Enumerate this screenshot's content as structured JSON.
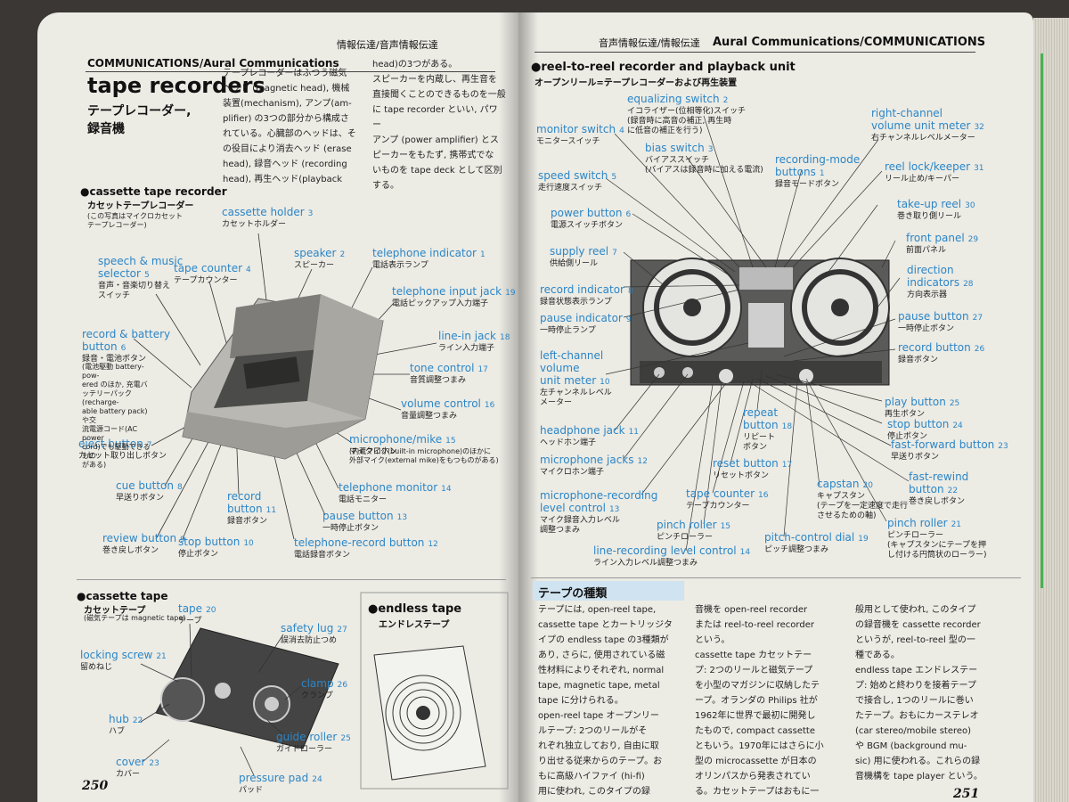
{
  "left": {
    "header": {
      "en": "COMMUNICATIONS/Aural Communications",
      "jp": "情報伝達/音声情報伝達"
    },
    "title": "tape recorders",
    "title_jp_1": "テープレコーダー,",
    "title_jp_2": "録音機",
    "intro": [
      "テープレコーダーはふつう磁気",
      "ヘッド (magnetic head), 機械",
      "装置(mechanism), アンプ(am-",
      "plifier) の3つの部分から構成さ",
      "れている。心臓部のヘッドは、そ",
      "の役目により消去ヘッド (erase",
      "head), 録音ヘッド (recording",
      "head), 再生ヘッド(playback"
    ],
    "intro2": [
      "head)の3つがある。",
      "スピーカーを内蔵し、再生音を",
      "直接聞くことのできるものを一般",
      "に tape recorder といい, パワー",
      "アンプ (power amplifier) とス",
      "ピーカーをもたず, 携帯式でな",
      "いものを tape deck として区別",
      "する。"
    ],
    "cassette_recorder": {
      "title": "●cassette tape recorder",
      "jp": "カセットテープレコーダー",
      "note1": "(この写真はマイクロカセット",
      "note2": "テープレコーダー)"
    },
    "labels": [
      {
        "en": "cassette holder",
        "n": "3",
        "jp": "カセットホルダー"
      },
      {
        "en": "speaker",
        "n": "2",
        "jp": "スピーカー"
      },
      {
        "en": "telephone indicator",
        "n": "1",
        "jp": "電話表示ランプ"
      },
      {
        "en": "speech & music",
        "en2": "selector",
        "n": "5",
        "jp": "音声・音楽切り替え",
        "jp2": "スイッチ"
      },
      {
        "en": "tape counter",
        "n": "4",
        "jp": "テープカウンター"
      },
      {
        "en": "telephone input jack",
        "n": "19",
        "jp": "電話ピックアップ入力端子"
      },
      {
        "en": "record & battery",
        "en2": "button",
        "n": "6",
        "jp": "録音・電池ボタン"
      },
      {
        "en": "line-in jack",
        "n": "18",
        "jp": "ライン入力端子"
      },
      {
        "en": "tone control",
        "n": "17",
        "jp": "音質調整つまみ"
      },
      {
        "en": "volume control",
        "n": "16",
        "jp": "音量調整つまみ"
      },
      {
        "en": "eject button",
        "n": "7",
        "jp": "カセット取り出しボタン"
      },
      {
        "en": "microphone/mike",
        "n": "15",
        "jp": "マイクロホン"
      },
      {
        "en": "telephone monitor",
        "n": "14",
        "jp": "電話モニター"
      },
      {
        "en": "cue button",
        "n": "8",
        "jp": "早送りボタン"
      },
      {
        "en": "record",
        "en2": "button",
        "n": "11",
        "jp": "録音ボタン"
      },
      {
        "en": "pause button",
        "n": "13",
        "jp": "一時停止ボタン"
      },
      {
        "en": "review button",
        "n": "9",
        "jp": "巻き戻しボタン"
      },
      {
        "en": "stop button",
        "n": "10",
        "jp": "停止ボタン"
      },
      {
        "en": "telephone-record button",
        "n": "12",
        "jp": "電話録音ボタン"
      }
    ],
    "battery_note": [
      "(電池駆動 battery-pow-",
      "ered のほか, 充電バ",
      "ッテリーパック(recharge-",
      "able battery pack)や交",
      "流電源コード(AC power",
      "cord)でも駆動できるもの",
      "がある)"
    ],
    "mike_note": [
      "(内蔵マイク(built-in microphone)のほかに",
      "外部マイク(external mike)をもつものがある)"
    ],
    "cassette_tape": {
      "title": "●cassette tape",
      "jp": "カセットテープ",
      "note": "(磁気テープは magnetic tape)",
      "labels": [
        {
          "en": "tape",
          "n": "20",
          "jp": "テープ"
        },
        {
          "en": "safety lug",
          "n": "27",
          "jp": "誤消去防止つめ"
        },
        {
          "en": "locking screw",
          "n": "21",
          "jp": "留めねじ"
        },
        {
          "en": "clamp",
          "n": "26",
          "jp": "クランプ"
        },
        {
          "en": "hub",
          "n": "22",
          "jp": "ハブ"
        },
        {
          "en": "guide roller",
          "n": "25",
          "jp": "ガイドローラー"
        },
        {
          "en": "cover",
          "n": "23",
          "jp": "カバー"
        },
        {
          "en": "pressure pad",
          "n": "24",
          "jp": "パッド"
        }
      ]
    },
    "endless_tape": {
      "title": "●endless tape",
      "jp": "エンドレステープ"
    },
    "page_number": "250"
  },
  "right": {
    "header": {
      "jp": "音声情報伝達/情報伝達",
      "en": "Aural Communications/COMMUNICATIONS"
    },
    "section": {
      "title": "●reel-to-reel recorder and playback unit",
      "jp": "オープンリール=テープレコーダーおよび再生装置"
    },
    "labels": [
      {
        "en": "equalizing switch",
        "n": "2",
        "jp": "イコライザー(位相等化)スイッチ",
        "jp2": "(録音時に高音の補正, 再生時",
        "jp3": "に低音の補正を行う)"
      },
      {
        "en": "monitor switch",
        "n": "4",
        "jp": "モニタースイッチ"
      },
      {
        "en": "bias switch",
        "n": "3",
        "jp": "バイアススイッチ",
        "jp2": "(バイアスは録音時に加える電流)"
      },
      {
        "en": "right-channel",
        "en2": "volume unit meter",
        "n": "32",
        "jp": "右チャンネルレベルメーター"
      },
      {
        "en": "recording-mode",
        "en2": "buttons",
        "n": "1",
        "jp": "録音モードボタン"
      },
      {
        "en": "speed switch",
        "n": "5",
        "jp": "走行速度スイッチ"
      },
      {
        "en": "reel lock/keeper",
        "n": "31",
        "jp": "リール止め/キーパー"
      },
      {
        "en": "take-up reel",
        "n": "30",
        "jp": "巻き取り側リール"
      },
      {
        "en": "power button",
        "n": "6",
        "jp": "電源スイッチボタン"
      },
      {
        "en": "front panel",
        "n": "29",
        "jp": "前面パネル"
      },
      {
        "en": "supply reel",
        "n": "7",
        "jp": "供給側リール"
      },
      {
        "en": "direction",
        "en2": "indicators",
        "n": "28",
        "jp": "方向表示器"
      },
      {
        "en": "record indicator",
        "n": "8",
        "jp": "録音状態表示ランプ"
      },
      {
        "en": "pause button",
        "n": "27",
        "jp": "一時停止ボタン"
      },
      {
        "en": "pause indicator",
        "n": "9",
        "jp": "一時停止ランプ"
      },
      {
        "en": "record button",
        "n": "26",
        "jp": "録音ボタン"
      },
      {
        "en": "left-channel",
        "en2": "volume",
        "en3": "unit meter",
        "n": "10",
        "jp": "左チャンネルレベル",
        "jp2": "メーター"
      },
      {
        "en": "play button",
        "n": "25",
        "jp": "再生ボタン"
      },
      {
        "en": "repeat",
        "en2": "button",
        "n": "18",
        "jp": "リピート",
        "jp2": "ボタン"
      },
      {
        "en": "stop button",
        "n": "24",
        "jp": "停止ボタン"
      },
      {
        "en": "headphone jack",
        "n": "11",
        "jp": "ヘッドホン端子"
      },
      {
        "en": "fast-forward button",
        "n": "23",
        "jp": "早送りボタン"
      },
      {
        "en": "microphone jacks",
        "n": "12",
        "jp": "マイクロホン端子"
      },
      {
        "en": "reset button",
        "n": "17",
        "jp": "リセットボタン"
      },
      {
        "en": "fast-rewind",
        "en2": "button",
        "n": "22",
        "jp": "巻き戻しボタン"
      },
      {
        "en": "microphone-recording",
        "en2": "level control",
        "n": "13",
        "jp": "マイク録音入力レベル",
        "jp2": "調整つまみ"
      },
      {
        "en": "tape counter",
        "n": "16",
        "jp": "テープカウンター"
      },
      {
        "en": "capstan",
        "n": "20",
        "jp": "キャプスタン",
        "jp2": "(テープを一定速度で走行",
        "jp3": "させるための軸)"
      },
      {
        "en": "pinch roller",
        "n": "15",
        "jp": "ピンチローラー"
      },
      {
        "en": "pinch roller",
        "n": "21",
        "jp": "ピンチローラー",
        "jp2": "(キャプスタンにテープを押",
        "jp3": "し付ける円筒状のローラー)"
      },
      {
        "en": "line-recording level control",
        "n": "14",
        "jp": "ライン入力レベル調整つまみ"
      },
      {
        "en": "pitch-control dial",
        "n": "19",
        "jp": "ピッチ調整つまみ"
      }
    ],
    "types": {
      "heading": "テープの種類",
      "col1": [
        "テープには, open-reel tape,",
        "cassette tape とカートリッジタ",
        "イプの endless tape の3種類が",
        "あり, さらに, 使用されている磁",
        "性材料によりそれぞれ, normal",
        "tape, magnetic tape, metal",
        "tape に分けられる。",
        "open-reel tape  オープンリー",
        "ルテープ: 2つのリールがそ",
        "れぞれ独立しており, 自由に取",
        "り出せる従来からのテープ。お",
        "もに高級ハイファイ (hi-fi)",
        "用に使われ, このタイプの録"
      ],
      "col2": [
        "音機を open-reel recorder",
        "または reel-to-reel recorder",
        "という。",
        "cassette tape  カセットテー",
        "プ: 2つのリールと磁気テープ",
        "を小型のマガジンに収納したテ",
        "ープ。オランダの Philips 社が",
        "1962年に世界で最初に開発し",
        "たもので, compact cassette",
        "ともいう。1970年にはさらに小",
        "型の microcassette が日本の",
        "オリンパスから発表されてい",
        "る。カセットテープはおもに一"
      ],
      "col3": [
        "般用として使われ, このタイプ",
        "の録音機を cassette recorder",
        "というが, reel-to-reel 型の一",
        "種である。",
        "endless tape  エンドレステー",
        "プ: 始めと終わりを接着テープ",
        "で接合し, 1つのリールに巻い",
        "たテープ。おもにカーステレオ",
        "(car stereo/mobile stereo)",
        "や BGM (background mu-",
        "sic) 用に使われる。これらの録",
        "音機構を tape player という。"
      ]
    },
    "page_number": "251"
  }
}
